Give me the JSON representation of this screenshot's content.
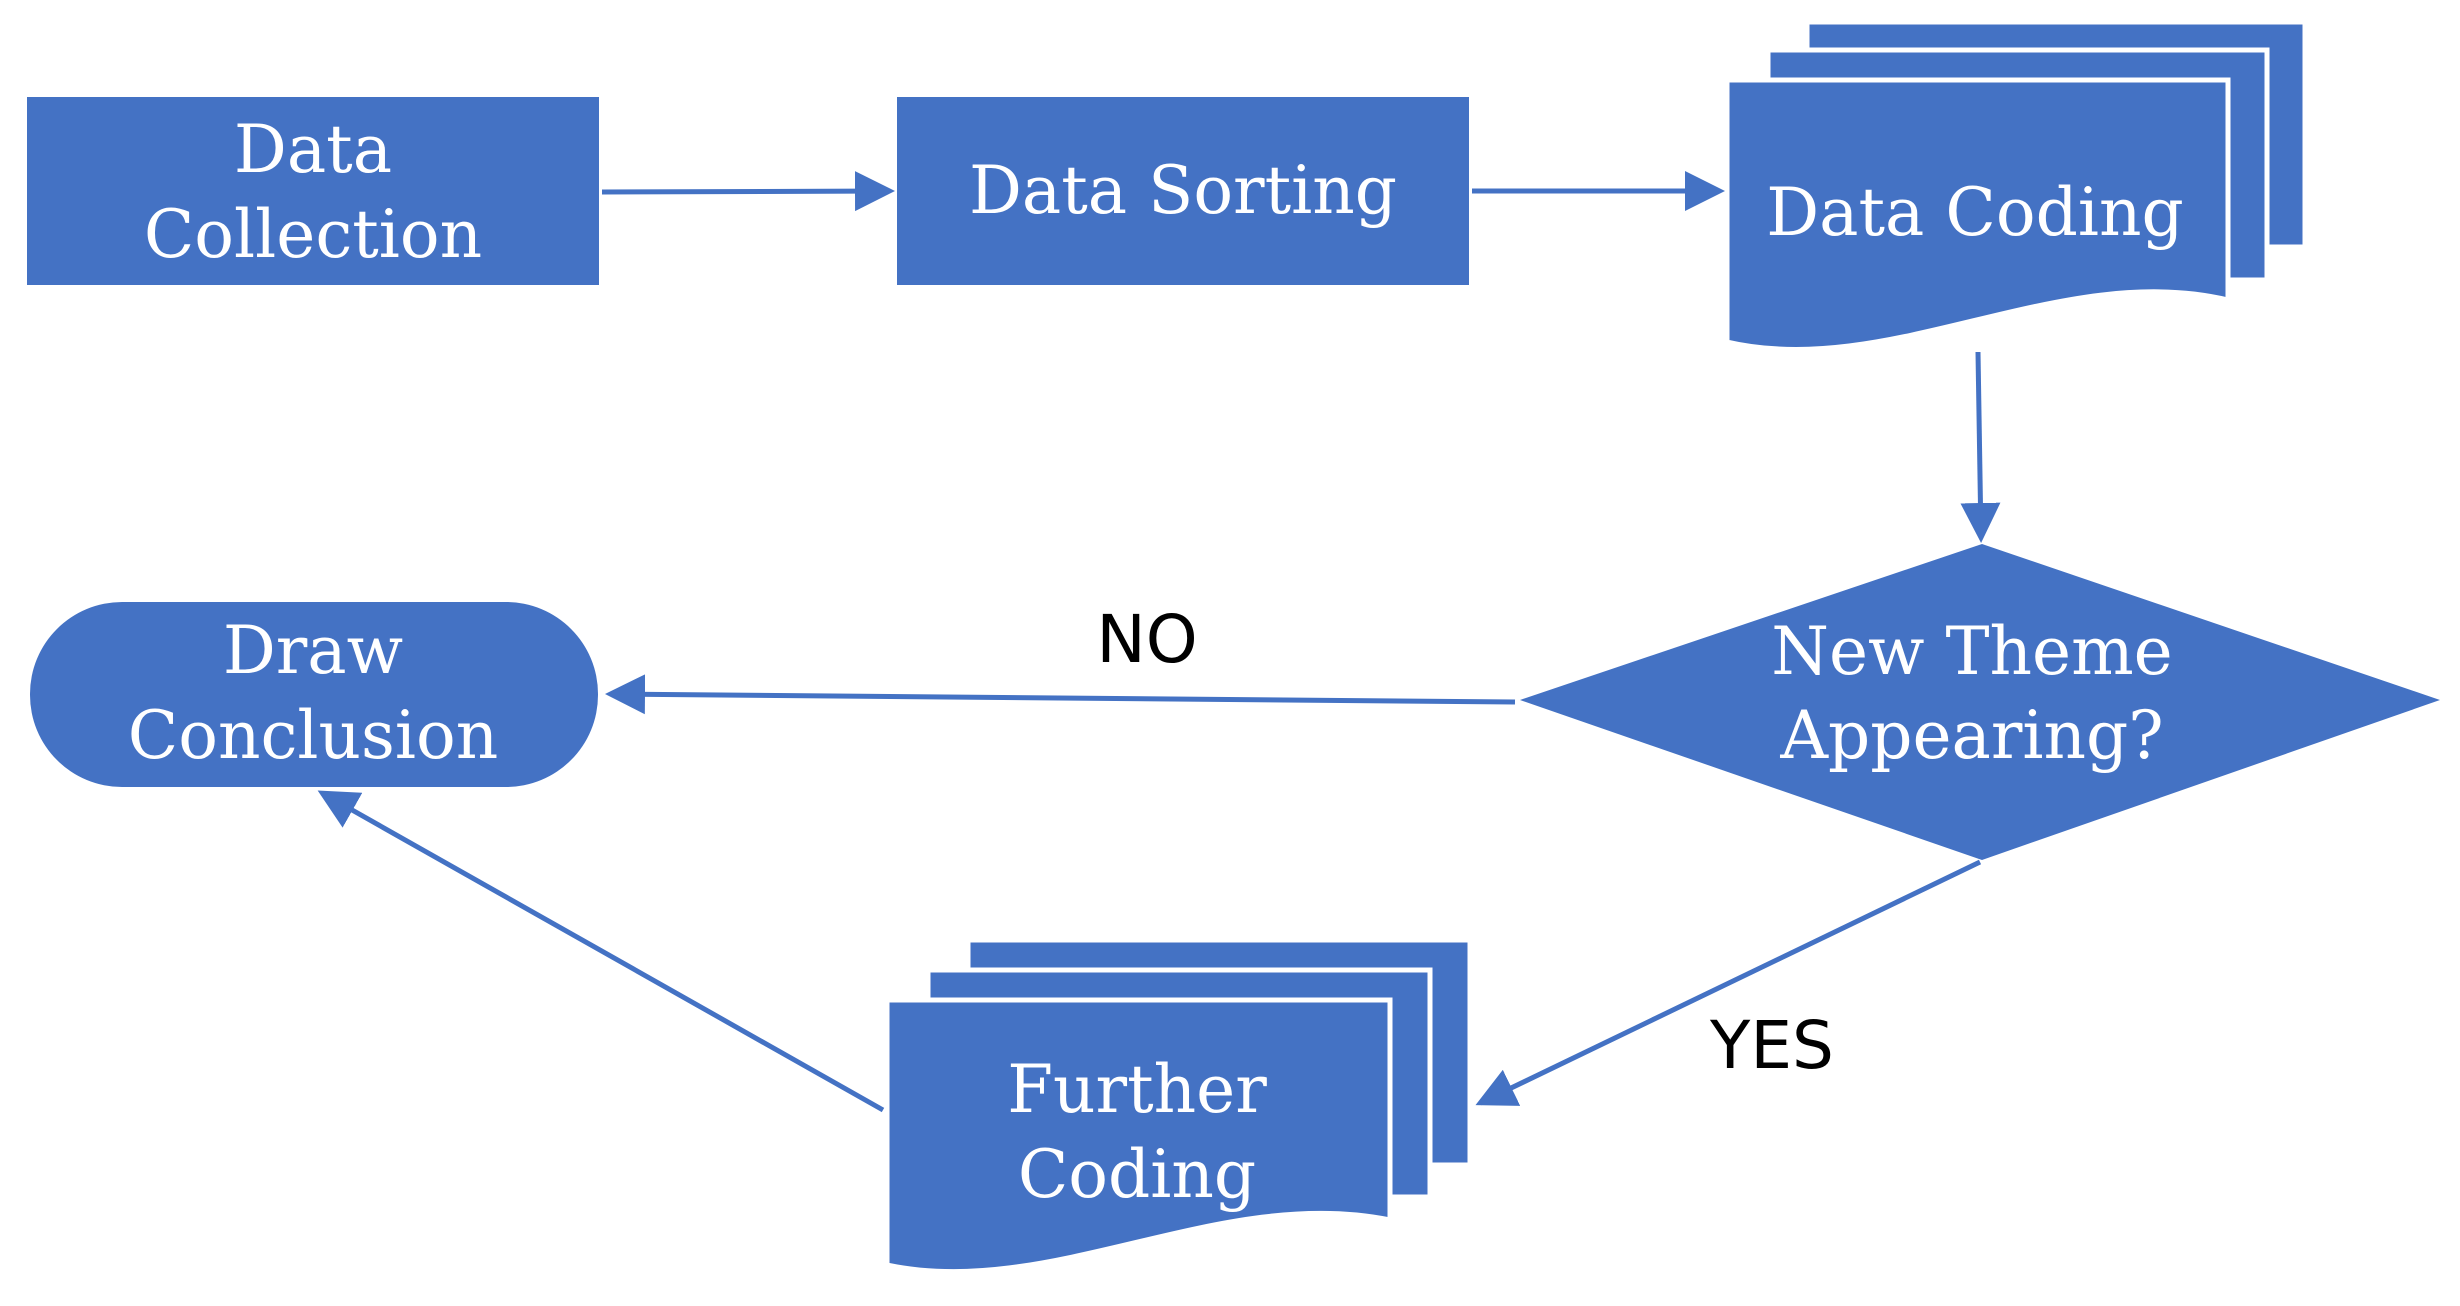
{
  "colors": {
    "node_fill": "#4472c4",
    "node_stroke": "#ffffff",
    "edge": "#4472c4",
    "edge_label": "#000000",
    "node_text": "#ffffff"
  },
  "nodes": {
    "data_collection": {
      "line1": "Data",
      "line2": "Collection"
    },
    "data_sorting": {
      "line1": "Data Sorting"
    },
    "data_coding": {
      "line1": "Data Coding"
    },
    "new_theme": {
      "line1": "New Theme",
      "line2": "Appearing?"
    },
    "draw_conclusion": {
      "line1": "Draw",
      "line2": "Conclusion"
    },
    "further_coding": {
      "line1": "Further",
      "line2": "Coding"
    }
  },
  "edges": {
    "no_label": "NO",
    "yes_label": "YES"
  }
}
